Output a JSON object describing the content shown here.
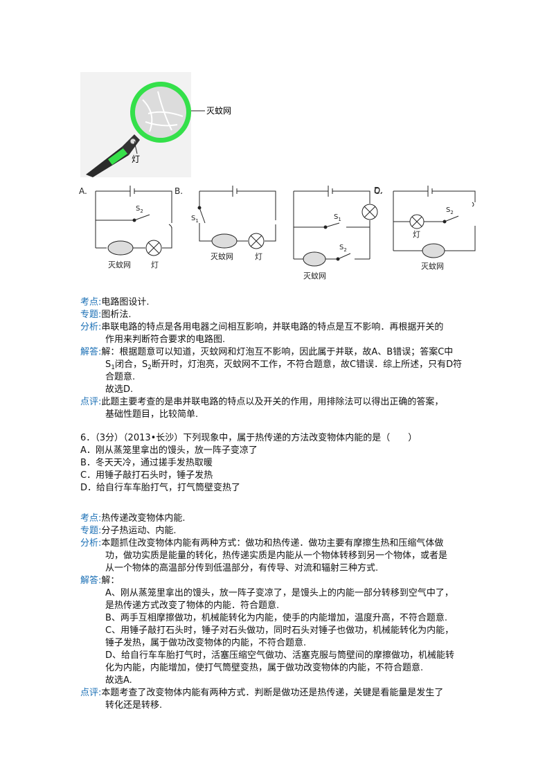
{
  "figure": {
    "racket_label": "灭蚊网",
    "lamp_label": "灯",
    "options": {
      "A": {
        "letter": "A.",
        "switch": "S",
        "switch_sub": "2",
        "racket": "灭蚊网",
        "lamp": "灯"
      },
      "B": {
        "letter": "B.",
        "switch": "S",
        "switch_sub": "1",
        "racket": "灭蚊网",
        "lamp": "灯"
      },
      "C": {
        "letter": "C.",
        "switch1": "S",
        "switch1_sub": "1",
        "switch2": "S",
        "switch2_sub": "2",
        "racket": "灭蚊网"
      },
      "D": {
        "letter": "D.",
        "switch": "S",
        "switch_sub": "2",
        "racket": "灭蚊网",
        "lamp": "灯"
      }
    }
  },
  "q5": {
    "kaodian_label": "考点:",
    "kaodian": "电路图设计.",
    "zhuanti_label": "专题:",
    "zhuanti": "图析法.",
    "fenxi_label": "分析:",
    "fenxi": [
      "串联电路的特点是各用电器之间相互影响，并联电路的特点是互不影响．再根据开关的",
      "作用来判断符合要求的电路图."
    ],
    "jieda_label": "解答:",
    "jieda1": "解：根据题意可以知道，灭蚊网和灯泡互不影响，因此属于并联，故A、B错误；答案C中",
    "jieda2_s1": "S",
    "jieda2_s1_sub": "1",
    "jieda2_mid": "闭合，S",
    "jieda2_s2_sub": "2",
    "jieda2_rest": "断开时，灯泡亮，灭蚊网不工作，不符合题意，故C错误．综上所述，只有D符",
    "jieda3": "合题意.",
    "jieda4": "故选D.",
    "dianping_label": "点评:",
    "dianping": [
      "此题主要考查的是串并联电路的特点以及开关的作用，用排除法可以得出正确的答案，",
      "基础性题目，比较简单."
    ]
  },
  "q6": {
    "stem": "6．（3分）（2013•长沙）下列现象中，属于热传递的方法改变物体内能的是（　　）",
    "options": [
      "A．刚从蒸笼里拿出的馒头，放一阵子变凉了",
      "B．冬天天冷，通过搓手发热取暖",
      "C．用锤子敲打石头时，锤子发热",
      "D．给自行车车胎打气，打气筒壁变热了"
    ],
    "kaodian_label": "考点:",
    "kaodian": "热传递改变物体内能.",
    "zhuanti_label": "专题:",
    "zhuanti": "分子热运动、内能.",
    "fenxi_label": "分析:",
    "fenxi": [
      "本题抓住改变物体内能有两种方式：做功和热传递．做功主要有摩擦生热和压缩气体做",
      "功，做功实质是能量的转化，热传递实质是内能从一个物体转移到另一个物体，或者是",
      "从一个物体的高温部分传到低温部分，有传导、对流和辐射三种方式."
    ],
    "jieda_label": "解答:",
    "jieda": [
      "解：",
      "A、刚从蒸笼里拿出的馒头，放一阵子变凉了，是馒头上的内能一部分转移到空气中了，",
      "是热传递方式改变了物体的内能．符合题意.",
      "B、两手互相摩擦做功，机械能转化为内能，使手的内能增加，温度升高，不符合题意.",
      "C、用锤子敲打石头时，锤子对石头做功，同时石头对锤子也做功，机械能转化为内能，",
      "锤子发热，属于做功改变物体的内能，不符合题意.",
      "D、给自行车车胎打气时，活塞压缩空气做功、活塞克服与筒壁间的摩擦做功，机械能转",
      "化为内能，内能增加，使打气筒壁变热，属于做功改变物体的内能，不符合题意.",
      "故选A."
    ],
    "dianping_label": "点评:",
    "dianping": [
      "本题考查了改变物体内能有两种方式．判断是做功还是热传递，关键是看能量是发生了",
      "转化还是转移."
    ]
  }
}
